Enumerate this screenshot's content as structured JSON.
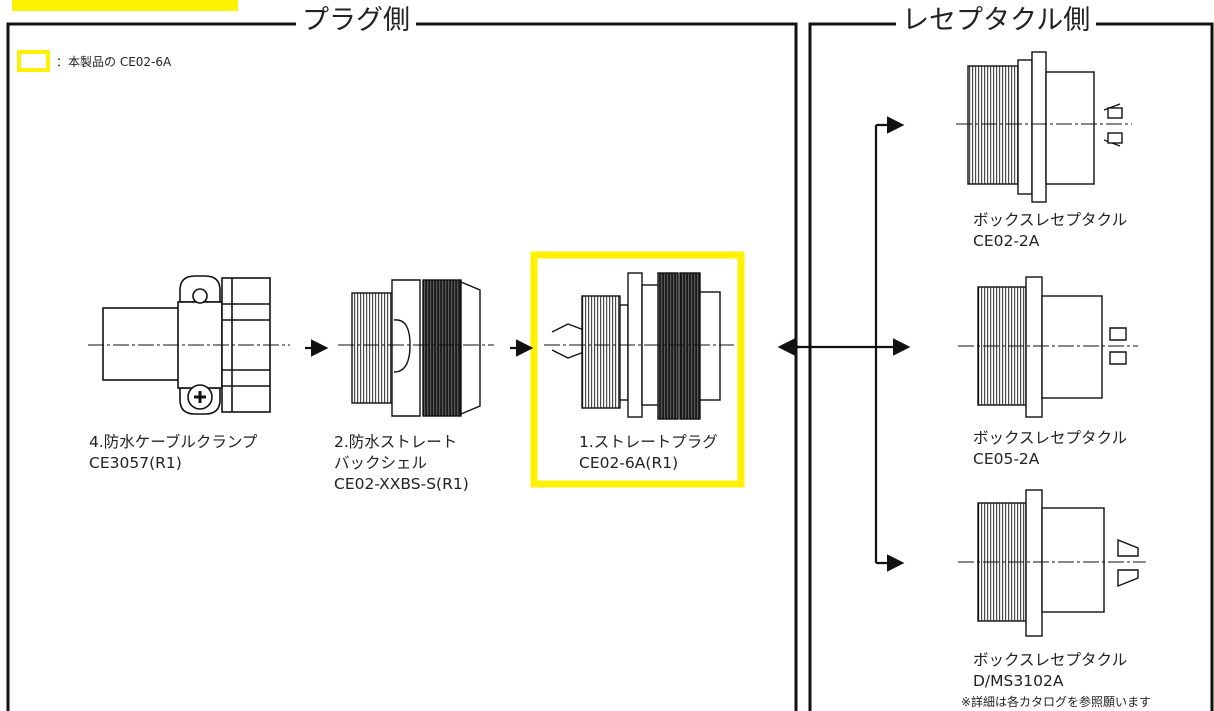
{
  "legend": {
    "text": "：本製品の CE02-6A",
    "highlight_color": "#fff200"
  },
  "panels": {
    "plug_side": {
      "title": "プラグ側"
    },
    "receptacle_side": {
      "title": "レセプタクル側"
    }
  },
  "plug_components": [
    {
      "line1": "4.防水ケーブルクランプ",
      "line2": "CE3057(R1)",
      "line3": ""
    },
    {
      "line1": "2.防水ストレート",
      "line2": "バックシェル",
      "line3": "CE02-XXBS-S(R1)"
    },
    {
      "line1": "1.ストレートプラグ",
      "line2": "CE02-6A(R1)",
      "line3": ""
    }
  ],
  "receptacles": [
    {
      "line1": "ボックスレセプタクル",
      "line2": "CE02-2A"
    },
    {
      "line1": "ボックスレセプタクル",
      "line2": "CE05-2A"
    },
    {
      "line1": "ボックスレセプタクル",
      "line2": "D/MS3102A"
    }
  ],
  "footnote": "※詳細は各カタログを参照願います"
}
